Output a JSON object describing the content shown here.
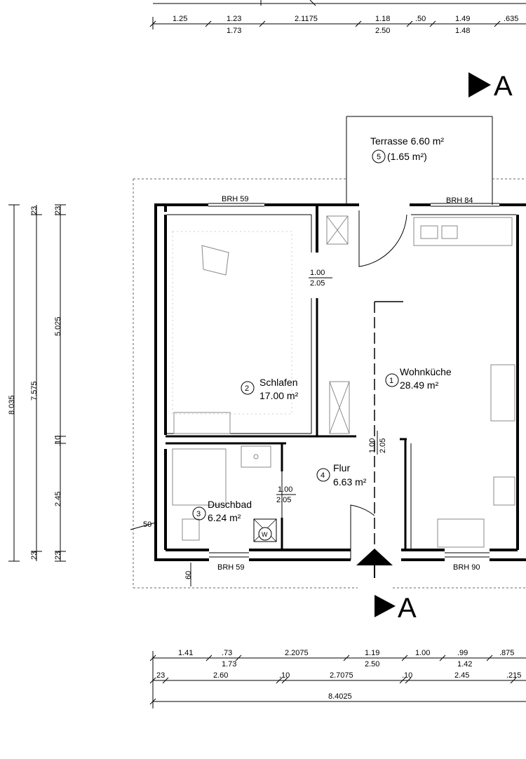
{
  "top_dimensions": {
    "row1": [
      "1.25",
      "1.23",
      "2.1175",
      "1.18",
      ".50",
      "1.49",
      ".635"
    ],
    "row2": [
      "1.73",
      "2.50",
      "1.48"
    ]
  },
  "section_marker": {
    "label": "A"
  },
  "terrace": {
    "name": "Terrasse 6.60 m²",
    "number": "5",
    "reduced_area": "(1.65 m²)"
  },
  "parapets": {
    "bedroom": "BRH 59",
    "kitchen_top": "BRH 84",
    "bath": "BRH 59",
    "kitchen_bottom": "BRH 90"
  },
  "rooms": [
    {
      "number": "1",
      "name": "Wohnküche",
      "area": "28.49 m²"
    },
    {
      "number": "2",
      "name": "Schlafen",
      "area": "17.00 m²"
    },
    {
      "number": "3",
      "name": "Duschbad",
      "area": "6.24 m²"
    },
    {
      "number": "4",
      "name": "Flur",
      "area": "6.63 m²"
    }
  ],
  "doors": {
    "bedroom": {
      "w": "1.00",
      "h": "2.05"
    },
    "kitchen": {
      "w": "1.00",
      "h": "2.05"
    },
    "bath": {
      "w": "1.00",
      "h": "2.05"
    }
  },
  "fixtures": {
    "washer": "W"
  },
  "left_dimensions": {
    "overall": "8.035",
    "inner": "7.575",
    "segments": [
      "23",
      "5.025",
      ".10",
      "2.45",
      "23"
    ],
    "top_wall": "23",
    "bottom_wall": "23"
  },
  "side_notes": {
    "window_offset": ".50",
    "sill": "60"
  },
  "bottom_dimensions": {
    "row1": [
      "1.41",
      ".73",
      "2.2075",
      "1.19",
      "1.00",
      ".99",
      ".875"
    ],
    "row1_sub": [
      "1.73",
      "2.50",
      "1.42"
    ],
    "row2": [
      "23",
      "2.60",
      ".10",
      "2.7075",
      ".10",
      "2.45",
      ".215"
    ],
    "overall": "8.4025"
  }
}
